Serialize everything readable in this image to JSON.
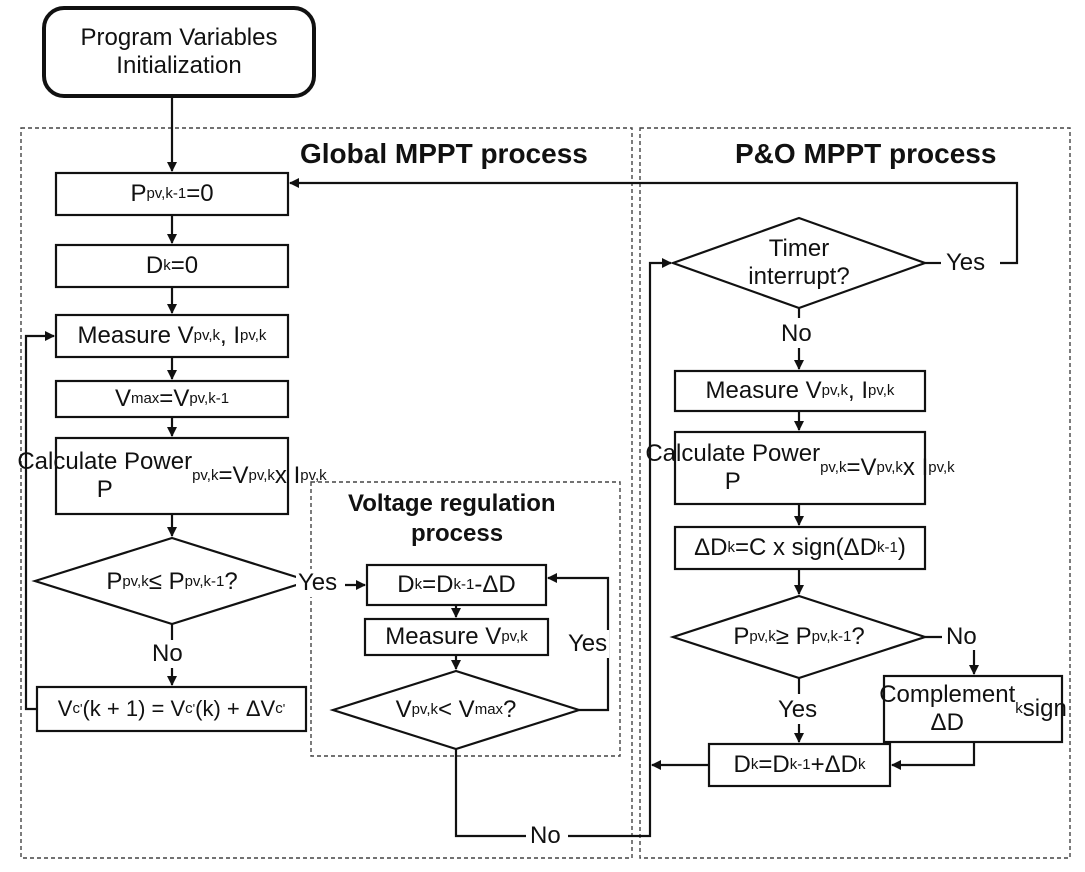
{
  "regions": {
    "global_title": "Global MPPT process",
    "po_title": "P&O MPPT process",
    "voltage_title_line1": "Voltage regulation",
    "voltage_title_line2": "process"
  },
  "nodes": {
    "init": [
      "Program Variables",
      "Initialization"
    ],
    "g_pprev": "P<sub>pv,k-1</sub>=0",
    "g_dk": "D<sub>k</sub>=0",
    "g_measure": "Measure V<sub>pv,k</sub>, I<sub>pv,k</sub>",
    "g_vmax": "V<sub>max</sub>=V<sub>pv,k-1</sub>",
    "g_calc": "Calculate Power<br>P<sub>pv,k</sub>=V<sub>pv,k</sub> x I<sub>pv,k</sub>",
    "g_decision": "P<sub>pv,k</sub> ≤ P<sub>pv,k-1</sub>?",
    "g_update": "V<sub>c</sub><sup>'</sup>(k + 1) = V<sub>c</sub><sup>'</sup>(k) + ΔV<sub>c</sub><sup>'</sup>",
    "v_dk": "D<sub>k</sub>=D<sub>k-1</sub>-ΔD",
    "v_measure": "Measure V<sub>pv,k</sub>",
    "v_decision": "V<sub>pv,k</sub> &lt; V<sub>max</sub>?",
    "p_timer": "Timer<br>interrupt?",
    "p_measure": "Measure V<sub>pv,k</sub>, I<sub>pv,k</sub>",
    "p_calc": "Calculate Power<br>P<sub>pv,k</sub>=V<sub>pv,k</sub> x I<sub>pv,k</sub>",
    "p_delta": "ΔD<sub>k</sub>=C x sign(ΔD<sub>k-1</sub>)",
    "p_decision": "P<sub>pv,k</sub> ≥ P<sub>pv,k-1</sub>?",
    "p_complement": "Complement<br>ΔD<sub>k</sub> sign",
    "p_dk": "D<sub>k</sub>=D<sub>k-1</sub>+ΔD<sub>k</sub>"
  },
  "labels": {
    "g_yes": "Yes",
    "g_no": "No",
    "v_yes": "Yes",
    "v_no": "No",
    "timer_yes": "Yes",
    "timer_no": "No",
    "p_yes": "Yes",
    "p_no": "No"
  }
}
